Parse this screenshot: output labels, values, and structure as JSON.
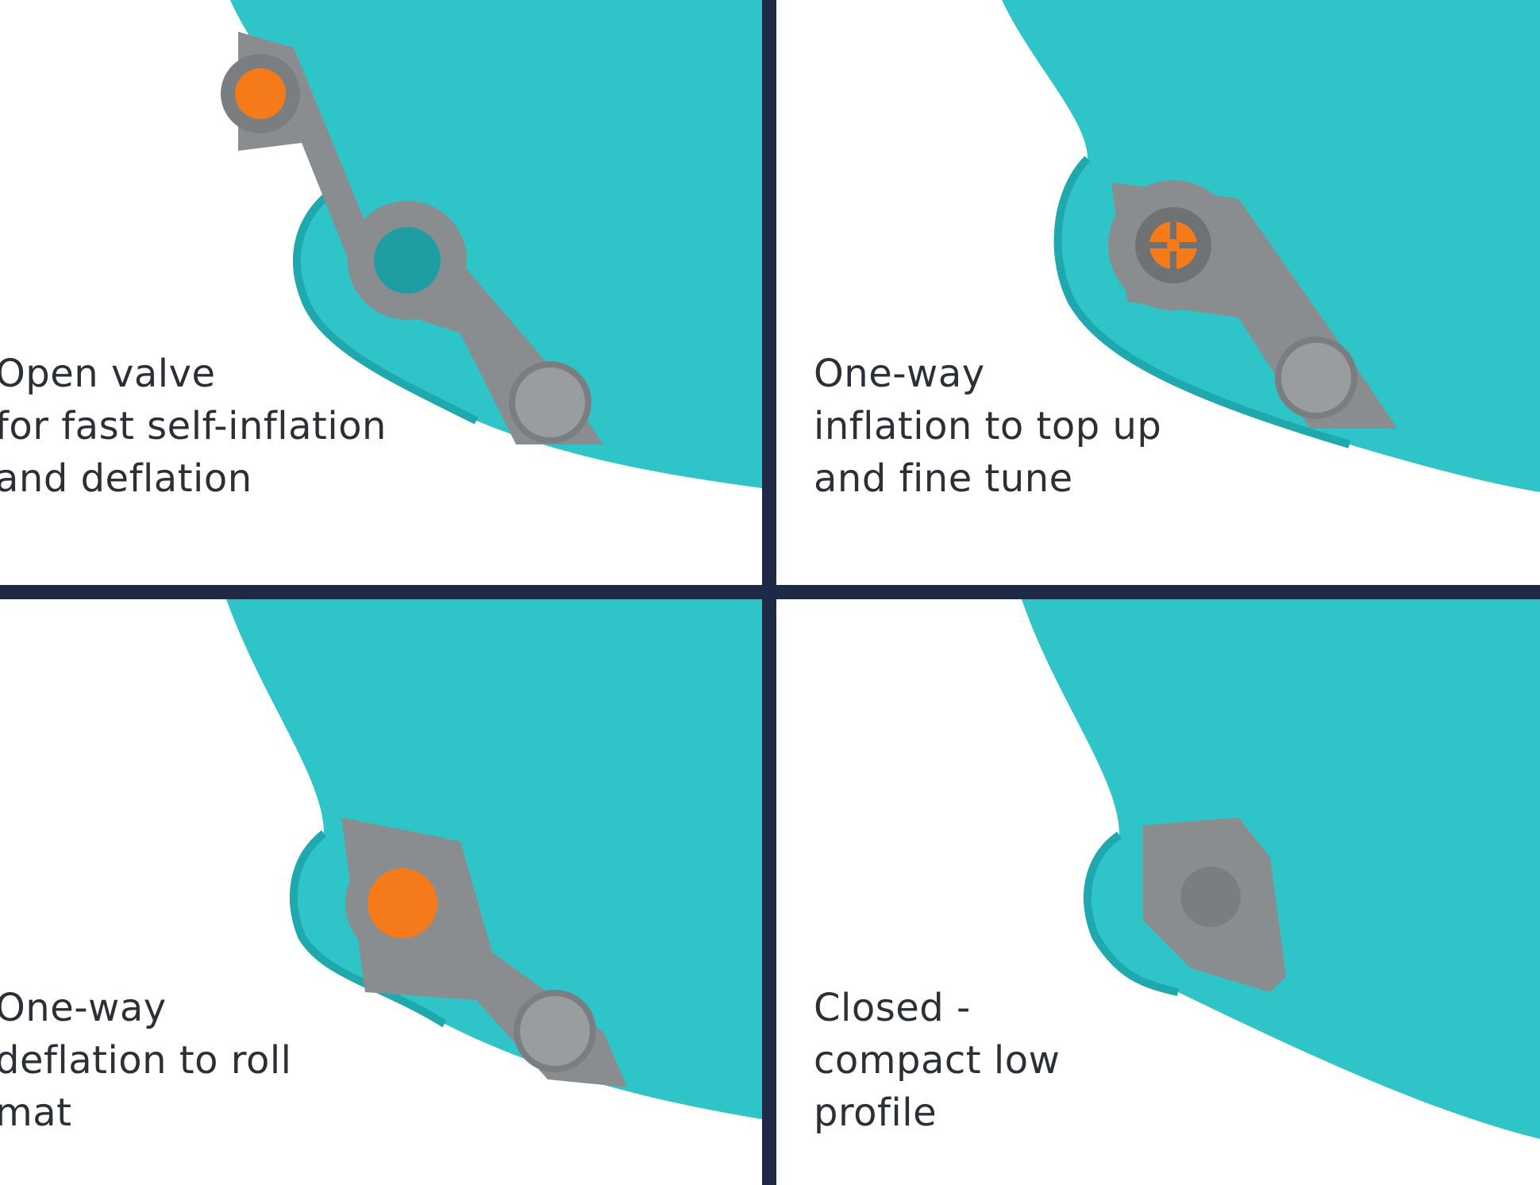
{
  "colors": {
    "divider": "#1e2a45",
    "mat": "#2ec4c8",
    "mat_shadow": "#1fa9ae",
    "valve_gray": "#8a8d90",
    "valve_orange": "#f47a1a",
    "text": "#2b2f36"
  },
  "panels": [
    {
      "caption_lines": [
        "Open valve",
        "for fast self-inflation",
        "and deflation"
      ]
    },
    {
      "caption_lines": [
        "One-way",
        "inflation to top up",
        "and fine tune"
      ]
    },
    {
      "caption_lines": [
        "One-way",
        "deflation to roll",
        "mat"
      ]
    },
    {
      "caption_lines": [
        "Closed -",
        "compact low",
        "profile"
      ]
    }
  ]
}
